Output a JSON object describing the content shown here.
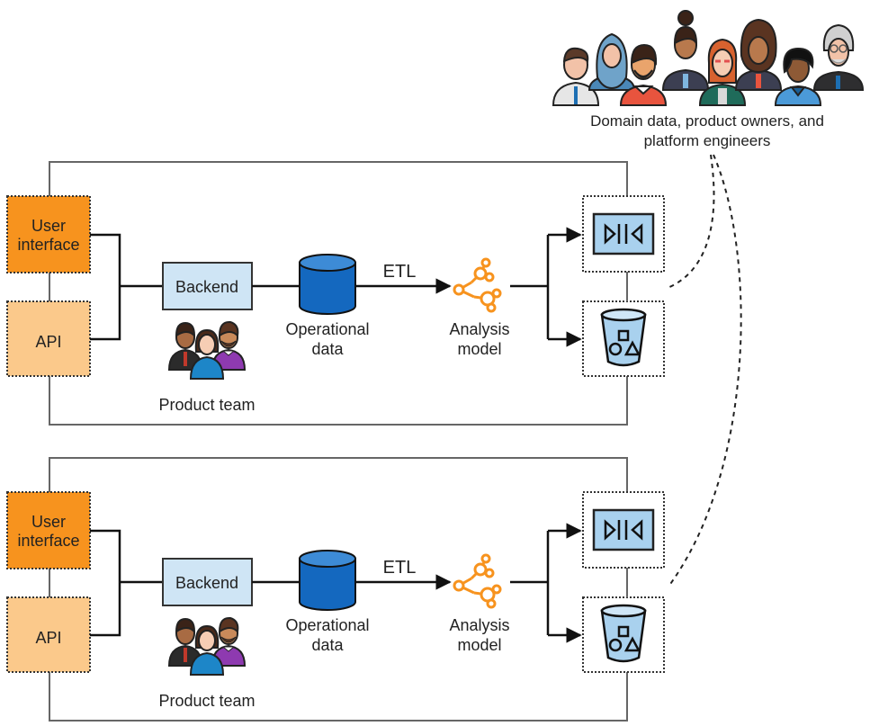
{
  "header": {
    "stakeholders_label_line1": "Domain data, product owners, and",
    "stakeholders_label_line2": "platform engineers",
    "stakeholder_count": 8
  },
  "domains": [
    {
      "name": "domain-1",
      "user_interface": {
        "line1": "User",
        "line2": "interface"
      },
      "api": "API",
      "backend": "Backend",
      "operational_data": {
        "line1": "Operational",
        "line2": "data"
      },
      "etl": "ETL",
      "analysis_model": {
        "line1": "Analysis",
        "line2": "model"
      },
      "product_team": "Product team",
      "outputs": [
        {
          "icon": "data-stream-icon"
        },
        {
          "icon": "storage-bucket-icon"
        }
      ]
    },
    {
      "name": "domain-2",
      "user_interface": {
        "line1": "User",
        "line2": "interface"
      },
      "api": "API",
      "backend": "Backend",
      "operational_data": {
        "line1": "Operational",
        "line2": "data"
      },
      "etl": "ETL",
      "analysis_model": {
        "line1": "Analysis",
        "line2": "model"
      },
      "product_team": "Product team",
      "outputs": [
        {
          "icon": "data-stream-icon"
        },
        {
          "icon": "storage-bucket-icon"
        }
      ]
    }
  ],
  "colors": {
    "ui_orange": "#F7931E",
    "api_light_orange": "#FBC98B",
    "backend_blue": "#CFE5F5",
    "cylinder_blue": "#1468BF",
    "analysis_orange": "#F7931E",
    "output_blue": "#A9D1EE",
    "line": "#111111",
    "frame": "#666666"
  }
}
